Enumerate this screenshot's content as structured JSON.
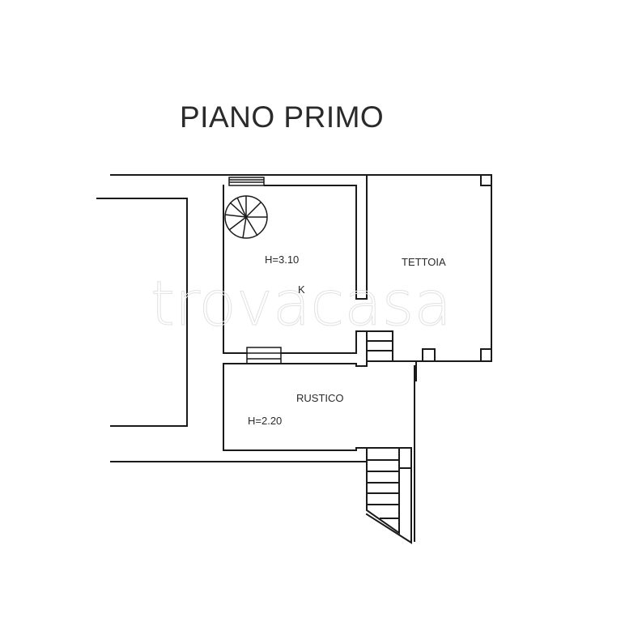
{
  "title": "PIANO PRIMO",
  "watermark": "trovacasa",
  "rooms": {
    "kitchen": {
      "height_label": "H=3.10",
      "name": "K"
    },
    "tettoia": {
      "name": "TETTOIA"
    },
    "rustico": {
      "name": "RUSTICO",
      "height_label": "H=2.20"
    }
  },
  "colors": {
    "line": "#1a1a1a",
    "text": "#2a2a2a",
    "watermark": "#e2e2e2",
    "background": "#ffffff"
  }
}
